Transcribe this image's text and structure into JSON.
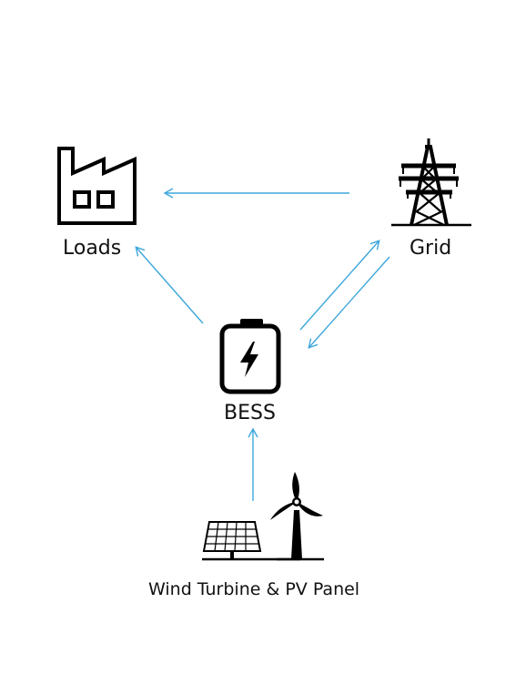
{
  "nodes": {
    "loads": {
      "label": "Loads",
      "icon": "factory-icon"
    },
    "grid": {
      "label": "Grid",
      "icon": "transmission-tower-icon"
    },
    "bess": {
      "label": "BESS",
      "icon": "battery-charging-icon"
    },
    "source": {
      "label": "Wind Turbine & PV Panel",
      "icons": [
        "solar-panel-icon",
        "wind-turbine-icon"
      ]
    }
  },
  "colors": {
    "arrow": "#3ea7dc",
    "icon": "#000000"
  },
  "edges": [
    {
      "from": "Grid",
      "to": "Loads"
    },
    {
      "from": "BESS",
      "to": "Loads"
    },
    {
      "from": "BESS",
      "to": "Grid"
    },
    {
      "from": "Grid",
      "to": "BESS"
    },
    {
      "from": "Wind Turbine & PV Panel",
      "to": "BESS"
    }
  ]
}
